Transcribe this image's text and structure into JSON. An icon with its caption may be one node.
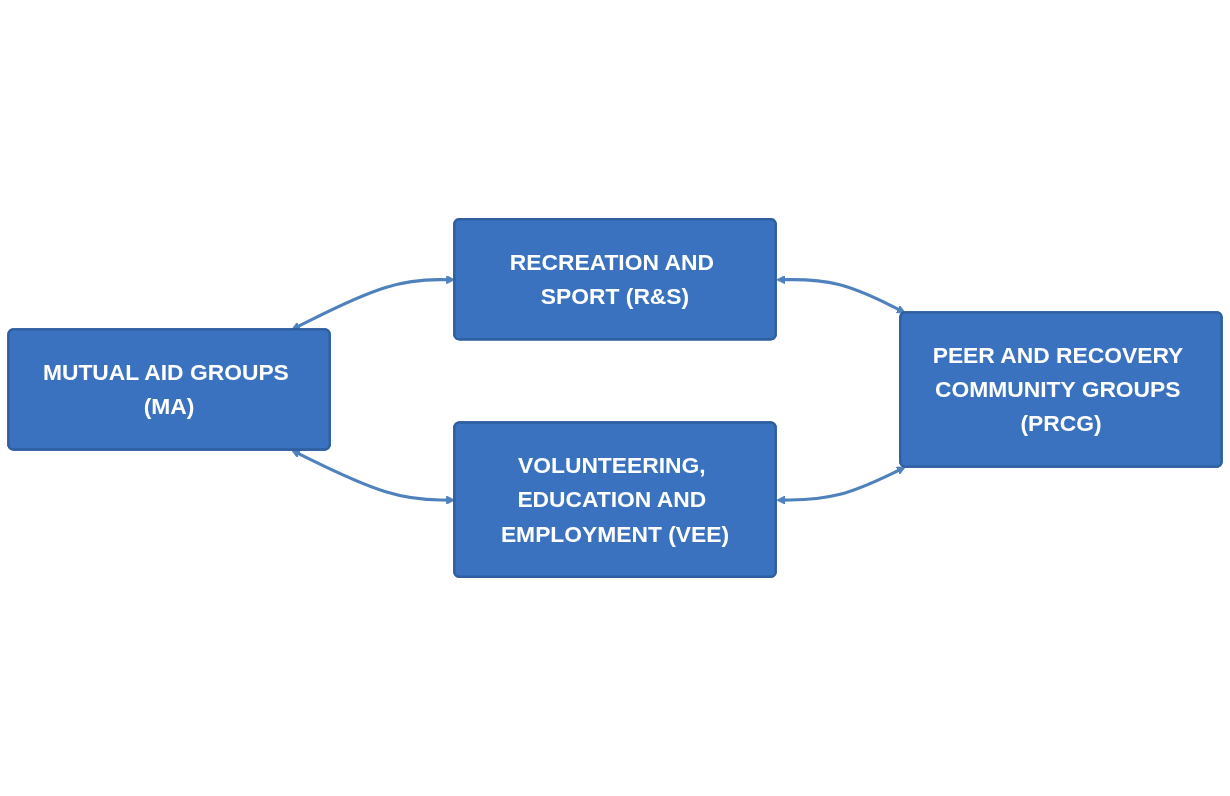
{
  "diagram": {
    "nodes": [
      {
        "text": [
          "MUTUAL AID GROUPS (MA)"
        ]
      },
      {
        "text": [
          "RECREATION AND SPORT (R&S)"
        ]
      },
      {
        "text": [
          "VOLUNTEERING, EDUCATION AND EMPLOYMENT (VEE)"
        ]
      },
      {
        "text": [
          "PEER AND RECOVERY COMMUNITY GROUPS (PRCG)"
        ]
      }
    ],
    "edges": [
      {
        "from": 0,
        "to": 1,
        "arrow": "both"
      },
      {
        "from": 0,
        "to": 2,
        "arrow": "both"
      },
      {
        "from": 1,
        "to": 3,
        "arrow": "both"
      },
      {
        "from": 2,
        "to": 3,
        "arrow": "both"
      }
    ]
  }
}
